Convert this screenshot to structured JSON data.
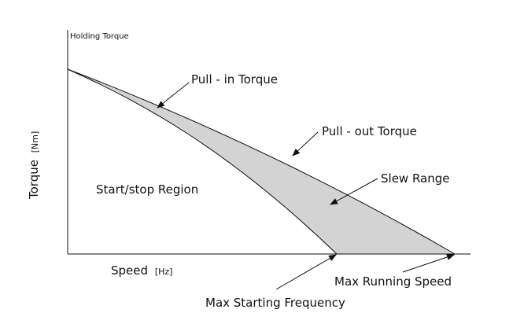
{
  "labels": {
    "holding_torque": "Holding Torque",
    "pull_in_torque": "Pull - in Torque",
    "pull_out_torque": "Pull - out Torque",
    "slew_range": "Slew Range",
    "start_stop_region": "Start/stop Region",
    "y_axis": "Torque",
    "y_axis_unit": "[Nm]",
    "x_axis": "Speed",
    "x_axis_unit": "[Hz]",
    "max_running_speed": "Max Running Speed",
    "max_starting_frequency": "Max Starting Frequency"
  },
  "colors": {
    "region_fill": "#d3d3d3",
    "line": "#111111"
  }
}
